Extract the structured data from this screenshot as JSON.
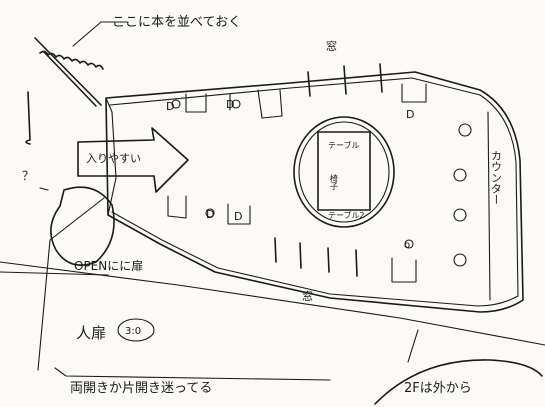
{
  "annotations": {
    "book_shelf_note": "ここに本を並べておく",
    "window_top": "窓",
    "window_bottom": "窓",
    "counter": "カウンター",
    "entrance_note": "OPENにに扉",
    "easy_entry": "入りやすい",
    "people_label": "人扉",
    "people_count": "3:0",
    "double_door_note": "両開きか片開き迷ってる",
    "second_floor_note": "2Fは外から",
    "table_top": "テーブル",
    "table_mid": "椅子",
    "table_bottom": "テーブル2",
    "left_edge_mark": "？",
    "small_label_a": "D",
    "small_label_b": "D",
    "small_label_c": "D",
    "small_label_d": "D",
    "small_label_e": "D",
    "small_label_f": "o"
  },
  "colors": {
    "ink": "#1a1a1a",
    "paper": "#fbfaf7"
  }
}
